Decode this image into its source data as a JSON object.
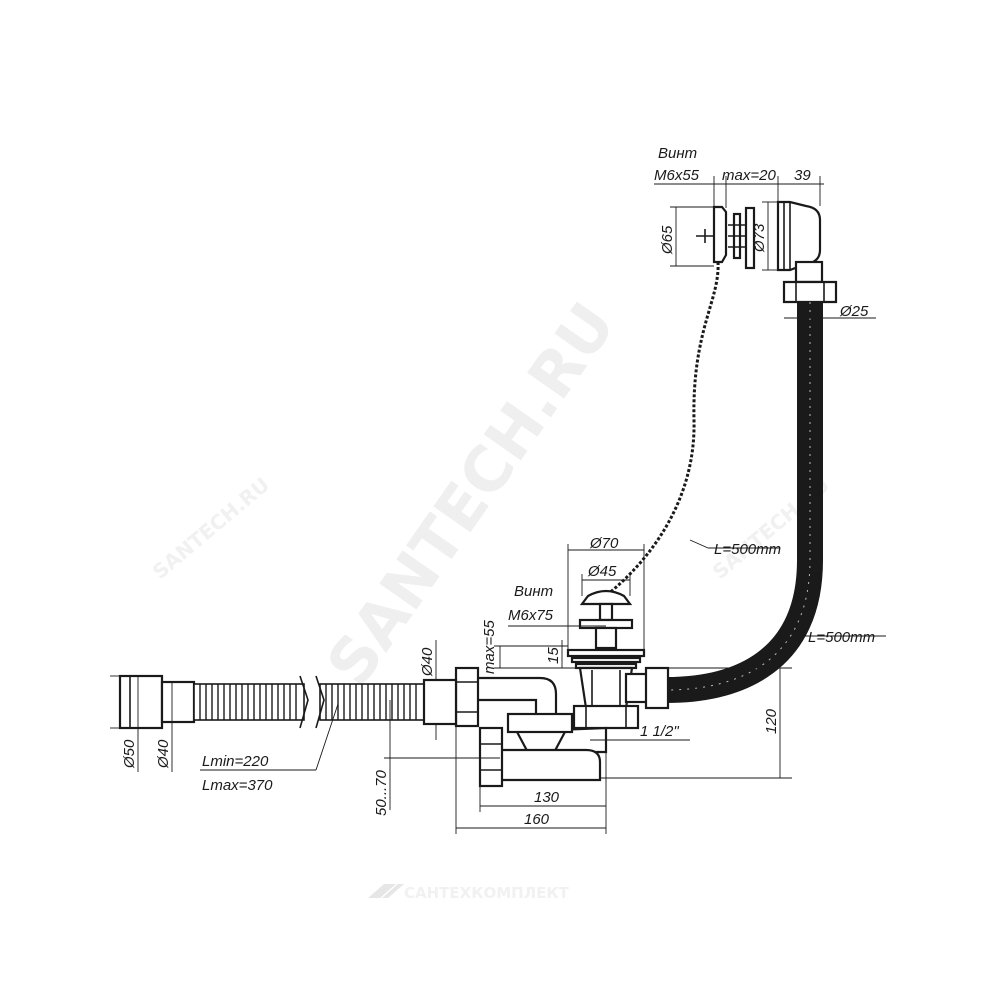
{
  "labels": {
    "screw_top": "Винт",
    "screw_top_size": "M6x55",
    "max20": "max=20",
    "d39": "39",
    "d65": "Ø65",
    "d73": "Ø73",
    "d25": "Ø25",
    "chain_length": "L=500mm",
    "d70": "Ø70",
    "d45": "Ø45",
    "screw_bottom": "Винт",
    "screw_bottom_size": "M6x75",
    "max55": "max=55",
    "d15": "15",
    "hose_length": "L=500mm",
    "d40_top": "Ø40",
    "d50": "Ø50",
    "d40_left": "Ø40",
    "lmin": "Lmin=220",
    "lmax": "Lmax=370",
    "range_50_70": "50...70",
    "thread": "1 1/2\"",
    "d120": "120",
    "d130": "130",
    "d160": "160"
  },
  "watermark": {
    "main": "SANTECH.RU",
    "small_left": "SANTECH.RU",
    "small_right": "SANTECH.RU",
    "footer": "САНТЕХКОМПЛЕКТ"
  }
}
